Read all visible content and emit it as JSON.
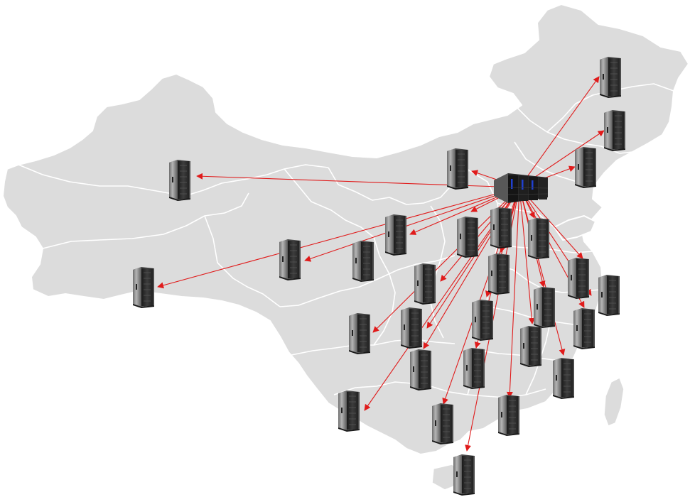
{
  "map": {
    "land_color": "#dcdcdc",
    "boundary_color": "#ffffff",
    "link_color": "#e01b1b",
    "background": "#ffffff"
  },
  "hub": {
    "icon": "server-cluster-icon"
  },
  "nodes": [
    {
      "id": "node-1",
      "icon": "server-rack-icon"
    },
    {
      "id": "node-2",
      "icon": "server-rack-icon"
    },
    {
      "id": "node-3",
      "icon": "server-rack-icon"
    },
    {
      "id": "node-4",
      "icon": "server-rack-icon"
    },
    {
      "id": "node-5",
      "icon": "server-rack-icon"
    },
    {
      "id": "node-6",
      "icon": "server-rack-icon"
    },
    {
      "id": "node-7",
      "icon": "server-rack-icon"
    },
    {
      "id": "node-8",
      "icon": "server-rack-icon"
    },
    {
      "id": "node-9",
      "icon": "server-rack-icon"
    },
    {
      "id": "node-10",
      "icon": "server-rack-icon"
    },
    {
      "id": "node-11",
      "icon": "server-rack-icon"
    },
    {
      "id": "node-12",
      "icon": "server-rack-icon"
    },
    {
      "id": "node-13",
      "icon": "server-rack-icon"
    },
    {
      "id": "node-14",
      "icon": "server-rack-icon"
    },
    {
      "id": "node-15",
      "icon": "server-rack-icon"
    },
    {
      "id": "node-16",
      "icon": "server-rack-icon"
    },
    {
      "id": "node-17",
      "icon": "server-rack-icon"
    },
    {
      "id": "node-18",
      "icon": "server-rack-icon"
    },
    {
      "id": "node-19",
      "icon": "server-rack-icon"
    },
    {
      "id": "node-20",
      "icon": "server-rack-icon"
    },
    {
      "id": "node-21",
      "icon": "server-rack-icon"
    },
    {
      "id": "node-22",
      "icon": "server-rack-icon"
    },
    {
      "id": "node-23",
      "icon": "server-rack-icon"
    },
    {
      "id": "node-24",
      "icon": "server-rack-icon"
    },
    {
      "id": "node-25",
      "icon": "server-rack-icon"
    },
    {
      "id": "node-26",
      "icon": "server-rack-icon"
    },
    {
      "id": "node-27",
      "icon": "server-rack-icon"
    },
    {
      "id": "node-28",
      "icon": "server-rack-icon"
    },
    {
      "id": "node-29",
      "icon": "server-rack-icon"
    },
    {
      "id": "node-30",
      "icon": "server-rack-icon"
    },
    {
      "id": "node-31",
      "icon": "server-rack-icon"
    }
  ]
}
